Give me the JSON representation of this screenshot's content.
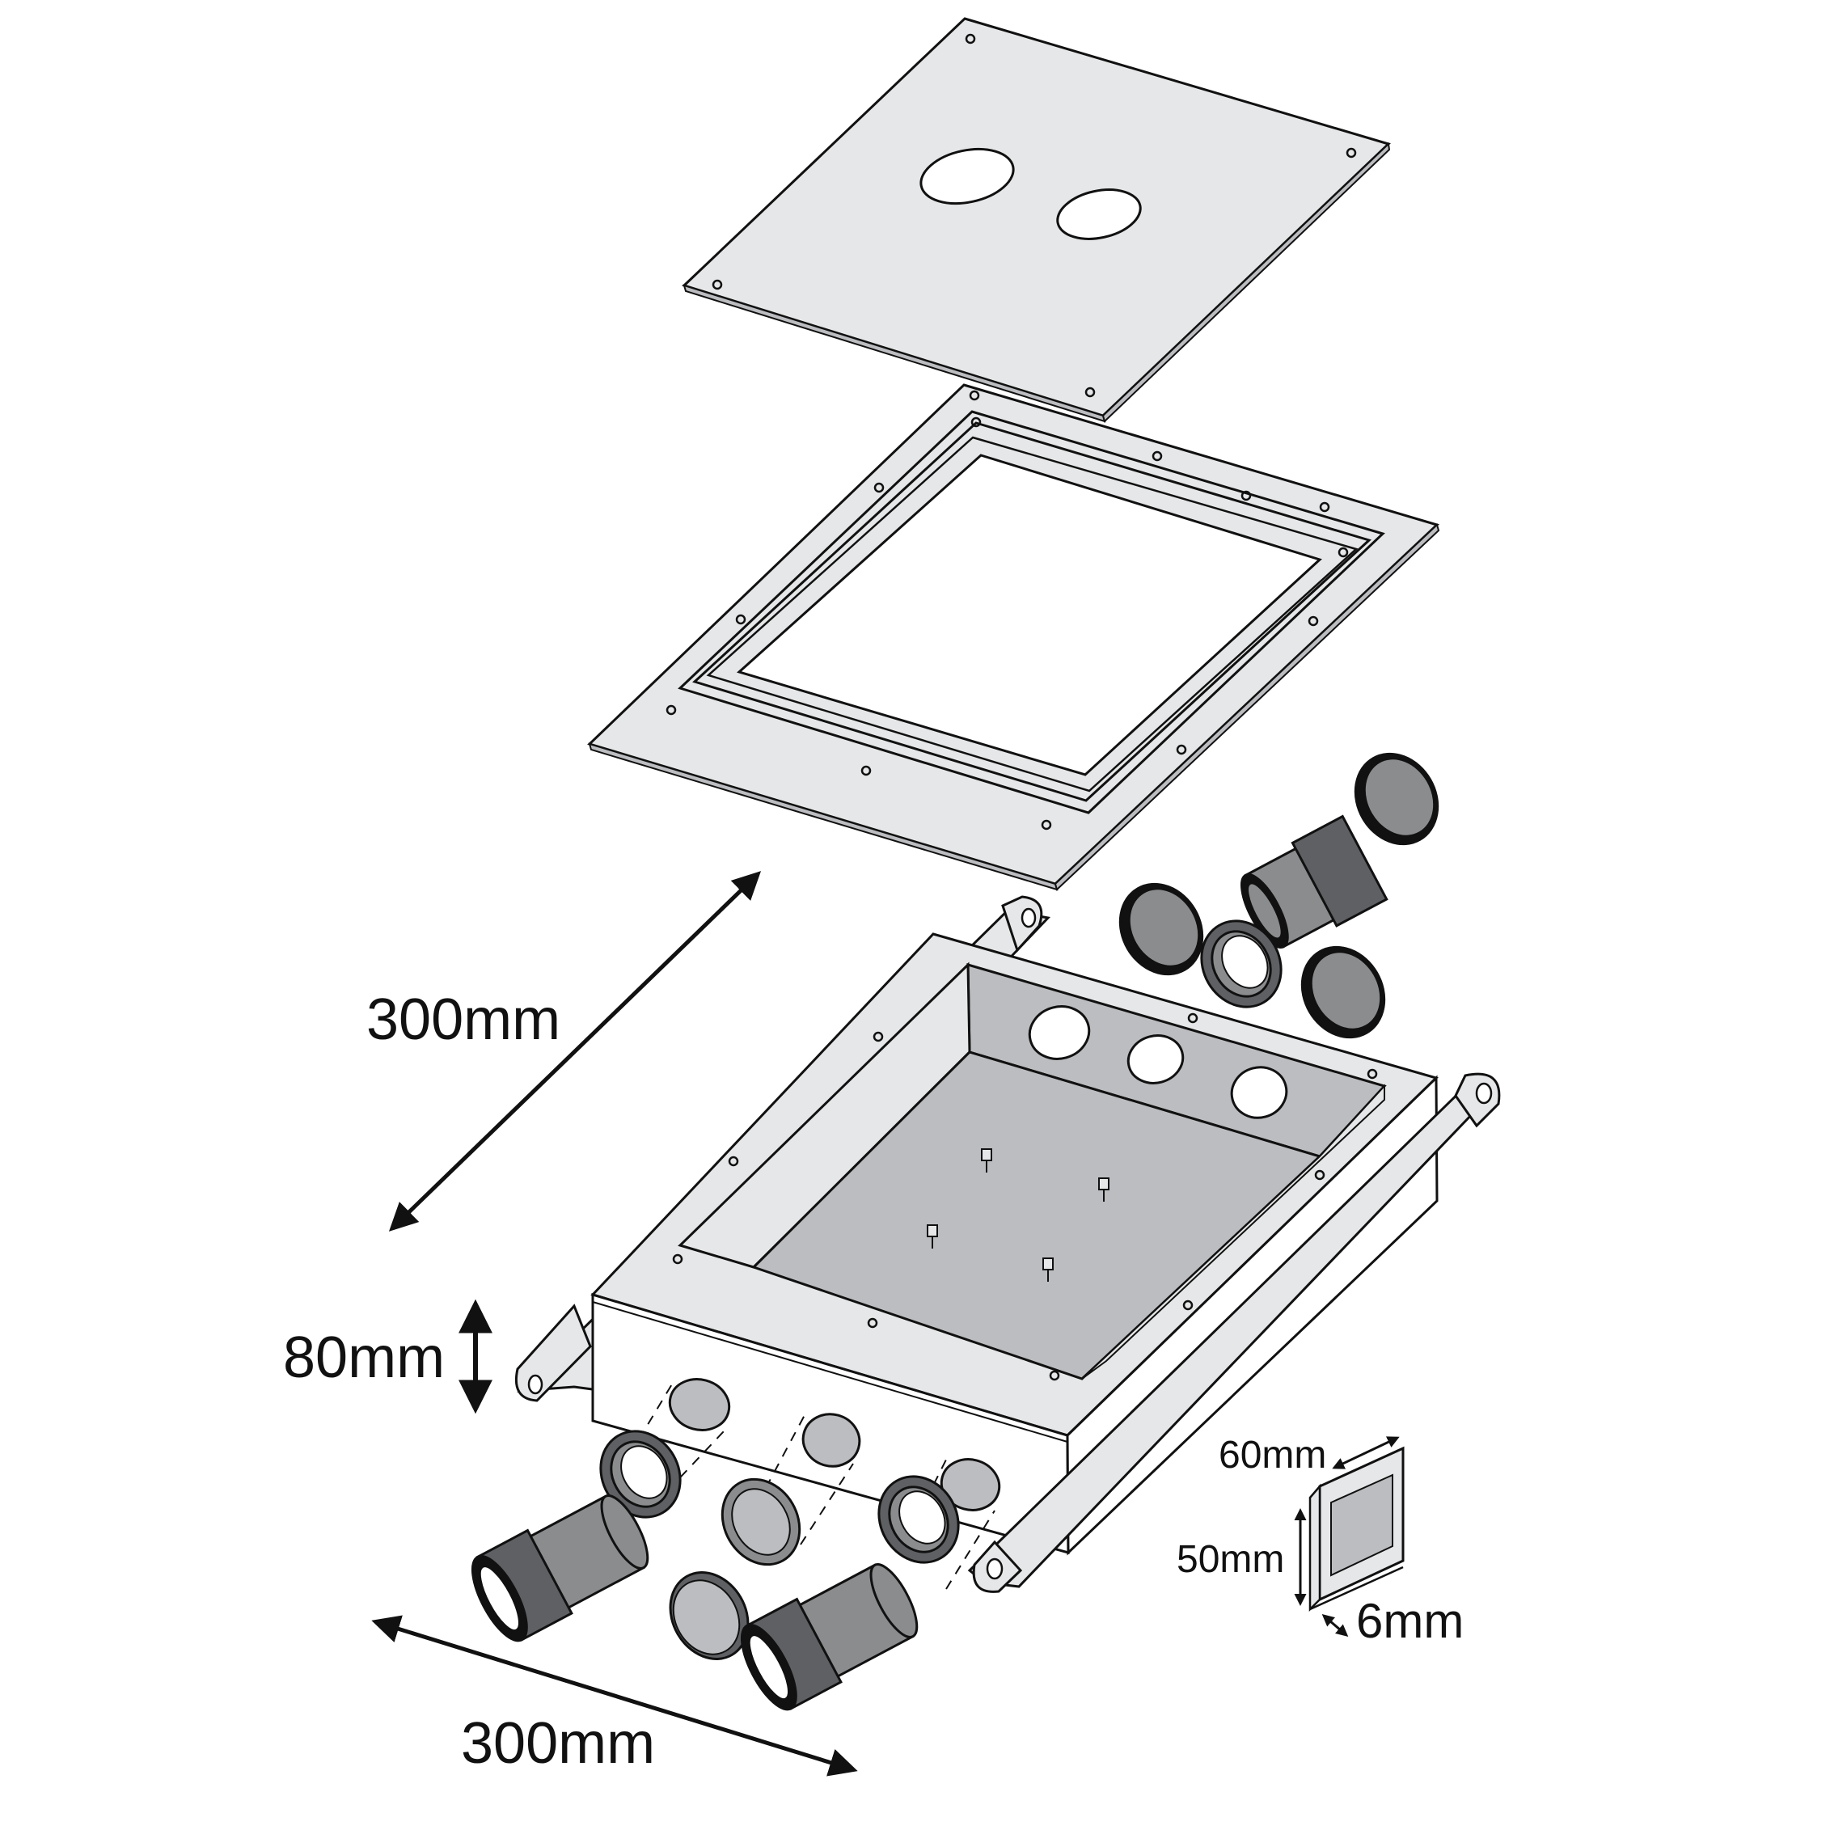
{
  "colors": {
    "plate": "#e6e7e8",
    "inner_wall": "#bcbdc0",
    "floor": "#bcbdc0",
    "fitting": "#8a8c8e",
    "fitting_dark": "#5e6063",
    "line": "#111111",
    "hole": "#ffffff"
  },
  "labels": {
    "depth_dim": "300mm",
    "height_dim": "80mm",
    "width_dim": "300mm",
    "spacer_width": "60mm",
    "spacer_height": "50mm",
    "spacer_thickness": "6mm"
  },
  "parts": {
    "top_cover": "cover-plate-icon",
    "frame": "frame-flange-icon",
    "box": "floor-box-icon",
    "glands": "cable-gland-icon",
    "locknuts": "locknut-icon",
    "blanking_plugs": "blanking-plug-icon",
    "spacer": "spacer-block-icon"
  }
}
